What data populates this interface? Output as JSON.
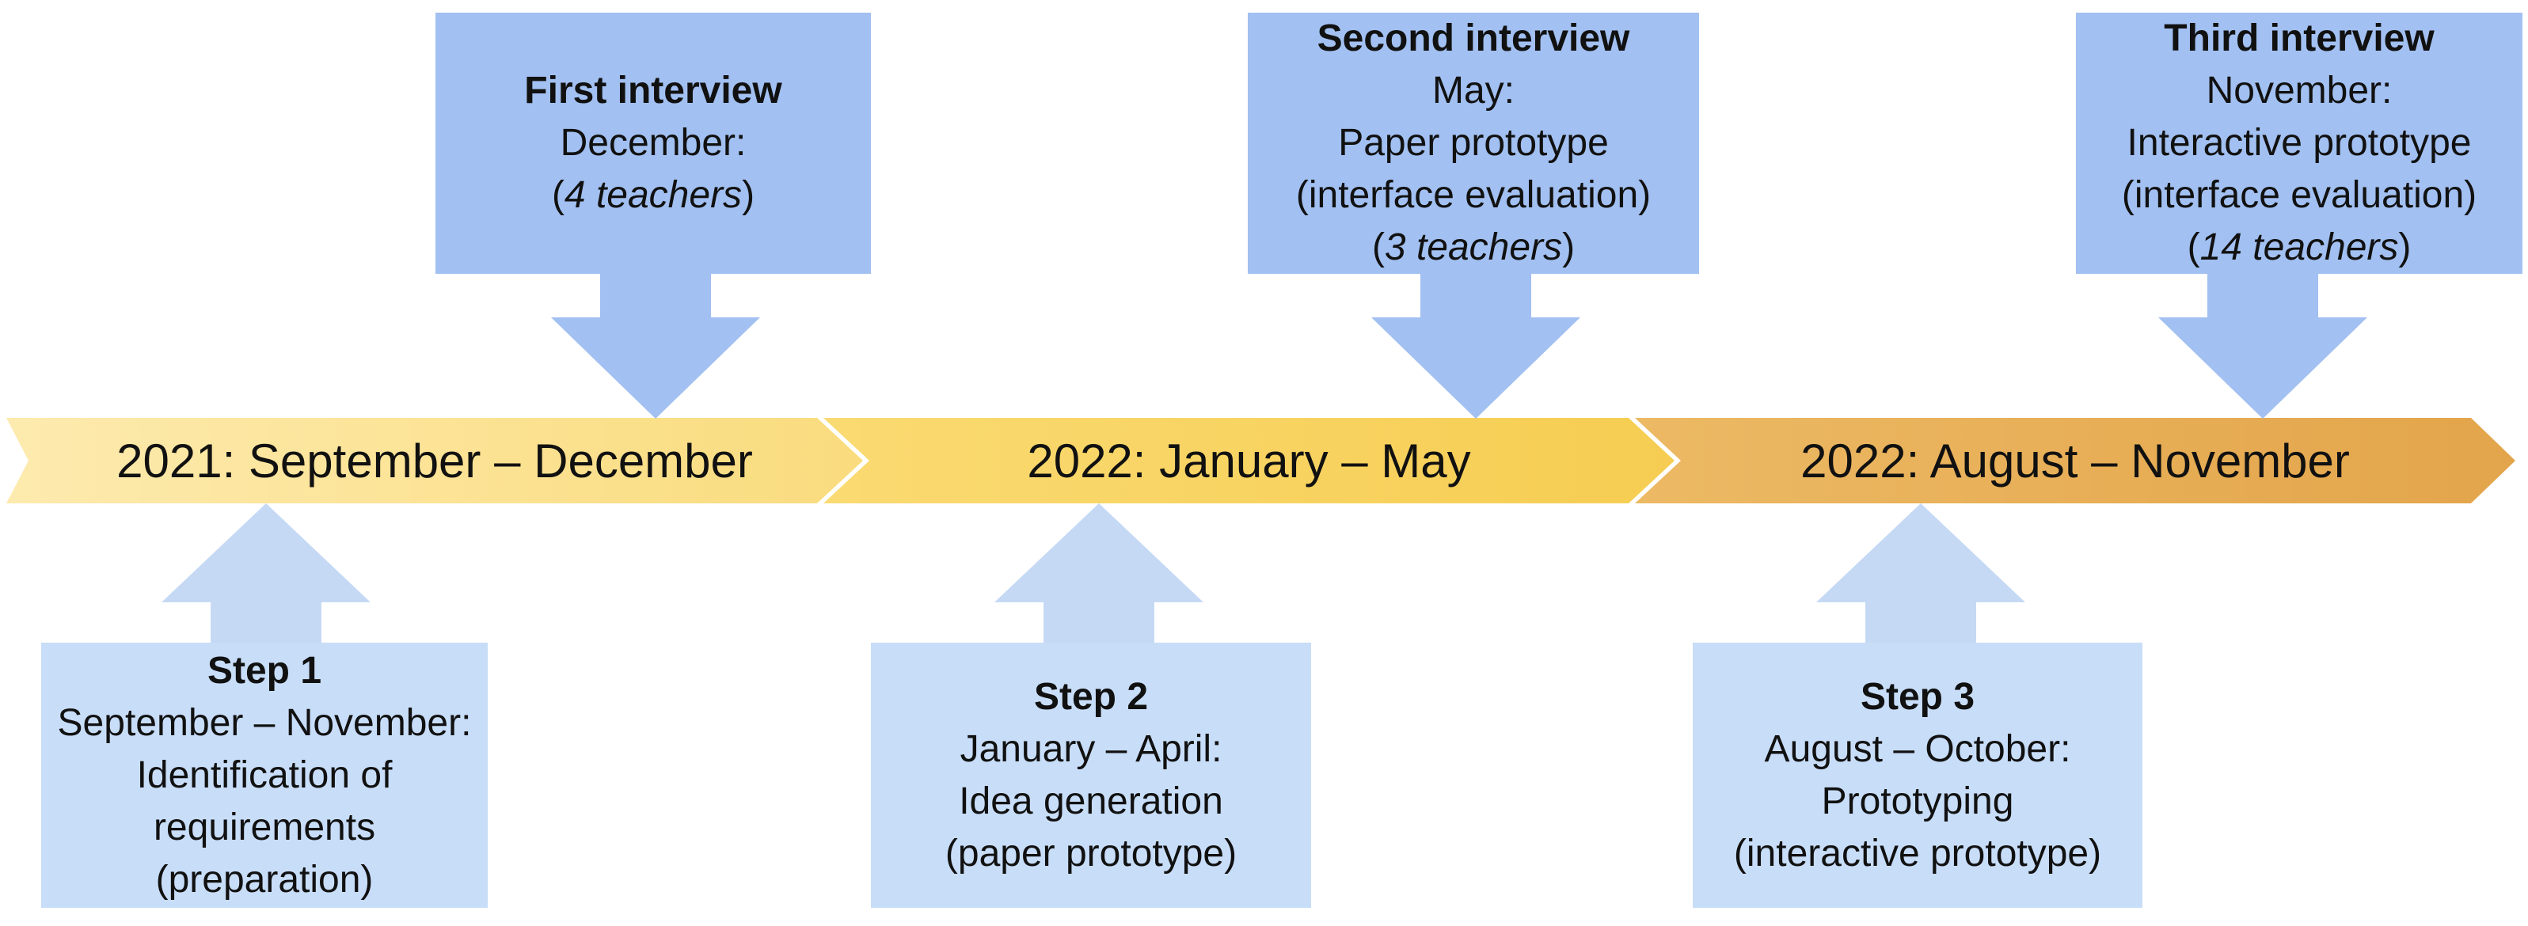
{
  "colors": {
    "interview_box": "#a2c0f1",
    "interview_arrow": "#a2c0f1",
    "step_box": "#c8ddf8",
    "step_arrow": "#c5d9f5",
    "segment1_gradient": [
      "#fdeaae",
      "#fadc7e"
    ],
    "segment2_gradient": [
      "#fada72",
      "#f6cd52"
    ],
    "segment3_gradient": [
      "#ecb964",
      "#e3a54b"
    ],
    "text": "#111111",
    "background": "#ffffff"
  },
  "timeline": {
    "segments": [
      {
        "label": "2021: September – December"
      },
      {
        "label": "2022: January – May"
      },
      {
        "label": "2022: August – November"
      }
    ]
  },
  "interviews": [
    {
      "title": "First interview",
      "lines": [
        "December:"
      ],
      "teachers": {
        "open": "(",
        "text": "4 teachers",
        "close": ")"
      }
    },
    {
      "title": "Second interview",
      "lines": [
        "May:",
        "Paper prototype",
        "(interface evaluation)"
      ],
      "teachers": {
        "open": "(",
        "text": "3 teachers",
        "close": ")"
      }
    },
    {
      "title": "Third interview",
      "lines": [
        "November:",
        "Interactive prototype",
        "(interface evaluation)"
      ],
      "teachers": {
        "open": "(",
        "text": "14 teachers",
        "close": ")"
      }
    }
  ],
  "steps": [
    {
      "title": "Step 1",
      "lines": [
        "September – November:",
        "Identification of",
        "requirements",
        "(preparation)"
      ]
    },
    {
      "title": "Step 2",
      "lines": [
        "January – April:",
        "Idea generation",
        "(paper prototype)"
      ]
    },
    {
      "title": "Step 3",
      "lines": [
        "August – October:",
        "Prototyping",
        "(interactive prototype)"
      ]
    }
  ]
}
